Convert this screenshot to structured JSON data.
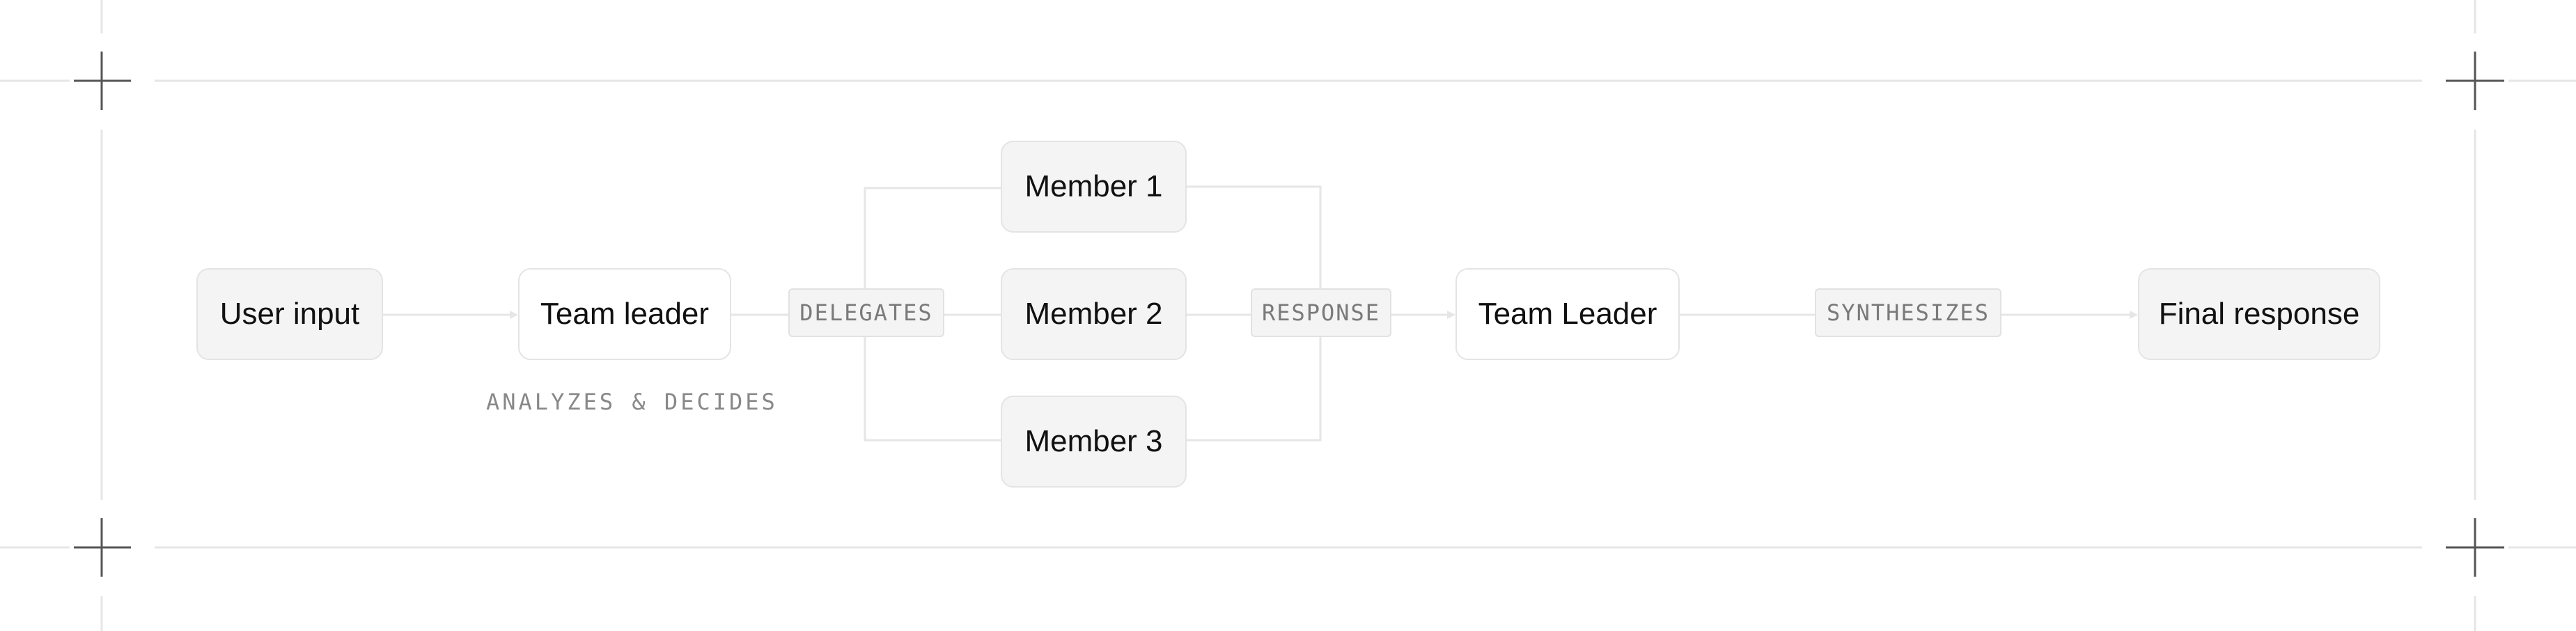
{
  "nodes": {
    "user_input": "User input",
    "team_leader_1": "Team leader",
    "member_1": "Member 1",
    "member_2": "Member 2",
    "member_3": "Member 3",
    "team_leader_2": "Team Leader",
    "final_response": "Final response"
  },
  "edge_labels": {
    "delegates": "DELEGATES",
    "response": "RESPONSE",
    "synthesizes": "SYNTHESIZES"
  },
  "captions": {
    "analyzes_decides": "ANALYZES & DECIDES"
  },
  "colors": {
    "line": "#e6e6e6",
    "crosshair": "#555555",
    "gray_node_fill": "#f4f4f4"
  }
}
